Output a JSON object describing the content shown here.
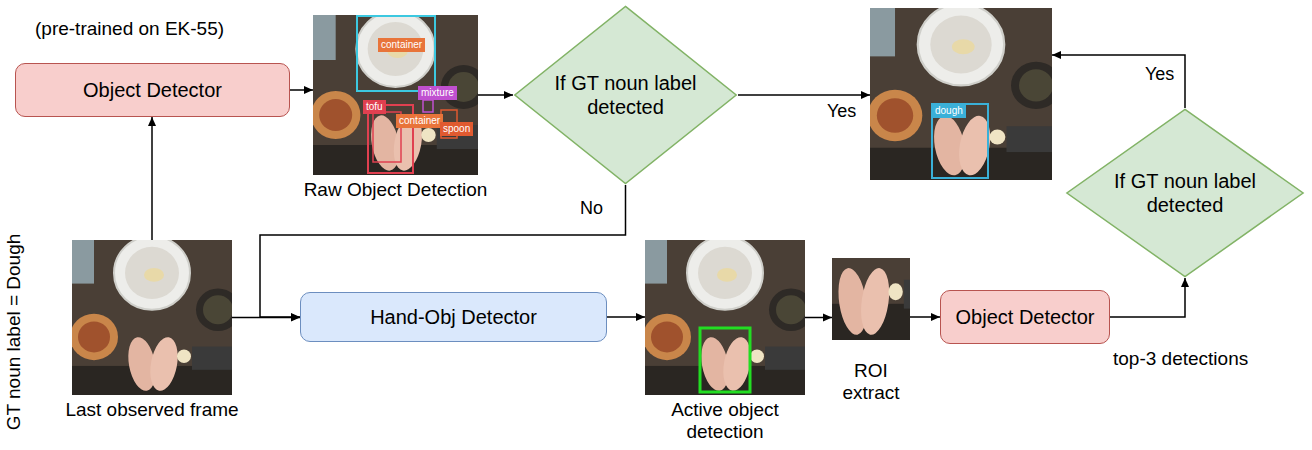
{
  "diagram": {
    "nodes": [
      {
        "text": [
          "Object Detector"
        ]
      },
      {
        "text": [
          "Raw Object Detection"
        ]
      },
      {
        "text": [
          "If GT noun label detected"
        ]
      },
      {
        "text": [
          "dough"
        ]
      },
      {
        "text": [
          "If GT noun label detected"
        ]
      },
      {
        "text": [
          "Last observed frame"
        ]
      },
      {
        "text": [
          "Hand-Obj Detector"
        ]
      },
      {
        "text": [
          "Active object detection"
        ]
      },
      {
        "text": [
          "ROI extract"
        ]
      },
      {
        "text": [
          "Object Detector"
        ]
      }
    ],
    "edges": [
      {
        "from": 5,
        "to": 0,
        "arrow": "to"
      },
      {
        "from": 0,
        "to": 1,
        "arrow": "to"
      },
      {
        "from": 1,
        "to": 2,
        "arrow": "to"
      },
      {
        "from": 2,
        "to": 3,
        "label": "Yes",
        "arrow": "to"
      },
      {
        "from": 2,
        "to": 6,
        "label": "No",
        "arrow": "to"
      },
      {
        "from": 5,
        "to": 6,
        "arrow": "to"
      },
      {
        "from": 6,
        "to": 7,
        "arrow": "to"
      },
      {
        "from": 7,
        "to": 8,
        "arrow": "to"
      },
      {
        "from": 8,
        "to": 9,
        "arrow": "to"
      },
      {
        "from": 9,
        "to": 4,
        "arrow": "to"
      },
      {
        "from": 4,
        "to": 3,
        "label": "Yes",
        "arrow": "to"
      }
    ],
    "labels": [
      "(pre-trained on EK-55)",
      "GT noun label = Dough",
      "container",
      "tofu",
      "mixture",
      "container",
      "spoon",
      "top-3 detections"
    ]
  }
}
